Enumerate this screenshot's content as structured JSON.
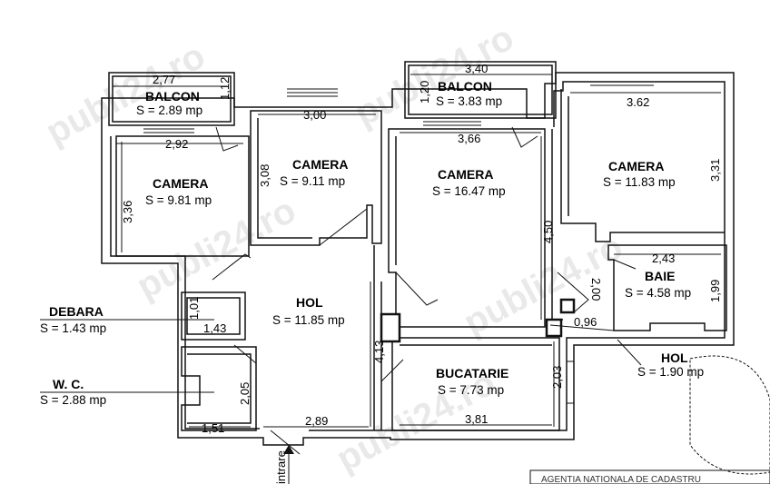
{
  "rooms": {
    "balcon_left": {
      "name": "BALCON",
      "area": "S = 2.89 mp"
    },
    "camera_1": {
      "name": "CAMERA",
      "area": "S = 9.81 mp"
    },
    "camera_2": {
      "name": "CAMERA",
      "area": "S = 9.11 mp"
    },
    "balcon_right": {
      "name": "BALCON",
      "area": "S = 3.83  mp"
    },
    "camera_3": {
      "name": "CAMERA",
      "area": "S = 16.47  mp"
    },
    "camera_4": {
      "name": "CAMERA",
      "area": "S = 11.83 mp"
    },
    "baie": {
      "name": "BAIE",
      "area": "S = 4.58 mp"
    },
    "hol_main": {
      "name": "HOL",
      "area": "S = 11.85 mp"
    },
    "hol_small": {
      "name": "HOL",
      "area": "S = 1.90 mp"
    },
    "debara": {
      "name": "DEBARA",
      "area": "S = 1.43 mp"
    },
    "wc": {
      "name": "W. C.",
      "area": "S = 2.88 mp"
    },
    "bucatarie": {
      "name": "BUCATARIE",
      "area": "S = 7.73 mp"
    }
  },
  "dimensions": {
    "d277": "2,77",
    "d112": "1,12",
    "d292": "2,92",
    "d336": "3,36",
    "d300": "3,00",
    "d308": "3,08",
    "d340": "3,40",
    "d120": "1,20",
    "d366": "3,66",
    "d450": "4,50",
    "d362": "3.62",
    "d331": "3,31",
    "d243": "2,43",
    "d199": "1,99",
    "d200": "2,00",
    "d096": "0,96",
    "d101": "1,01",
    "d143": "1,43",
    "d205": "2,05",
    "d151": "1,51",
    "d289": "2,89",
    "d413": "4,13",
    "d381": "3,81",
    "d203": "2,03"
  },
  "entrance": {
    "label": "intrare"
  },
  "watermark": {
    "text": "publi24.ro"
  },
  "stamp": {
    "text": "AGENTIA NATIONALA DE CADASTRU"
  }
}
